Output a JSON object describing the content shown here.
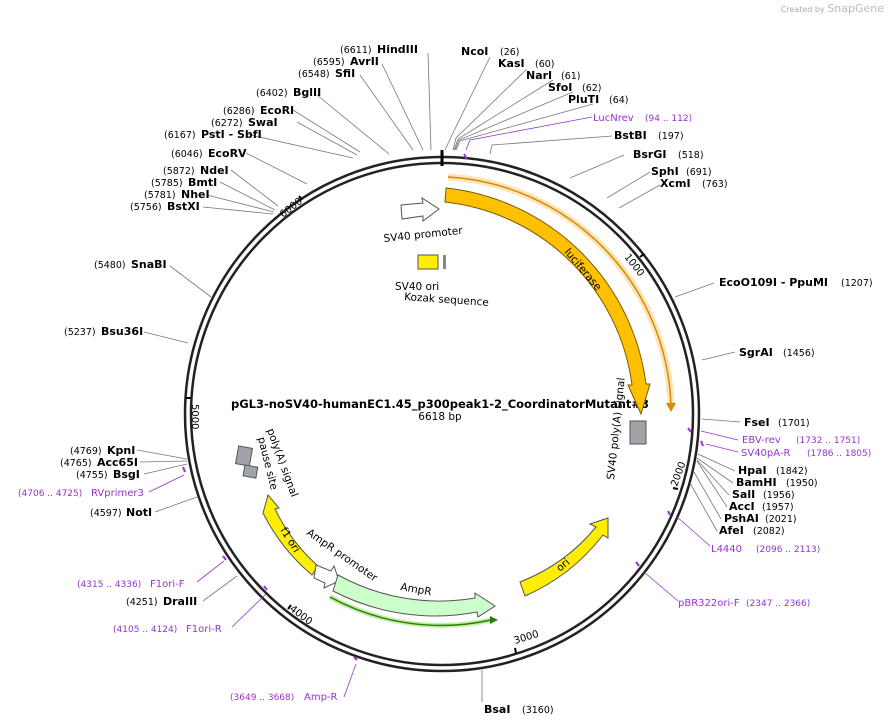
{
  "brand": {
    "prefix": "Created by",
    "name": "SnapGene"
  },
  "plasmid": {
    "name": "pGL3-noSV40-humanEC1.45_p300peak1-2_CoordinatorMutant#3",
    "size": "6618 bp"
  },
  "features": {
    "sv40_promoter": "SV40 promoter",
    "luciferase": "luciferase",
    "sv40_ori": "SV40 ori",
    "kozak": "Kozak sequence",
    "sv40_polya": "SV40 poly(A) signal",
    "polya_signal": "poly(A) signal",
    "pause_site": "pause site",
    "f1_ori": "f1 ori",
    "ampr_promoter": "AmpR promoter",
    "ampr": "AmpR",
    "ori": "ori"
  },
  "ticks": [
    "1000",
    "2000",
    "3000",
    "4000",
    "5000",
    "6000"
  ],
  "sites": [
    {
      "name": "NcoI",
      "pos": "(26)"
    },
    {
      "name": "KasI",
      "pos": "(60)"
    },
    {
      "name": "NarI",
      "pos": "(61)"
    },
    {
      "name": "SfoI",
      "pos": "(62)"
    },
    {
      "name": "PluTI",
      "pos": "(64)"
    },
    {
      "name": "BstBI",
      "pos": "(197)"
    },
    {
      "name": "BsrGI",
      "pos": "(518)"
    },
    {
      "name": "SphI",
      "pos": "(691)"
    },
    {
      "name": "XcmI",
      "pos": "(763)"
    },
    {
      "name": "EcoO109I - PpuMI",
      "pos": "(1207)"
    },
    {
      "name": "SgrAI",
      "pos": "(1456)"
    },
    {
      "name": "FseI",
      "pos": "(1701)"
    },
    {
      "name": "HpaI",
      "pos": "(1842)"
    },
    {
      "name": "BamHI",
      "pos": "(1950)"
    },
    {
      "name": "SalI",
      "pos": "(1956)"
    },
    {
      "name": "AccI",
      "pos": "(1957)"
    },
    {
      "name": "PshAI",
      "pos": "(2021)"
    },
    {
      "name": "AfeI",
      "pos": "(2082)"
    },
    {
      "name": "BsaI",
      "pos": "(3160)"
    },
    {
      "name": "DraIII",
      "pos": "(4251)"
    },
    {
      "name": "NotI",
      "pos": "(4597)"
    },
    {
      "name": "BsgI",
      "pos": "(4755)"
    },
    {
      "name": "Acc65I",
      "pos": "(4765)"
    },
    {
      "name": "KpnI",
      "pos": "(4769)"
    },
    {
      "name": "Bsu36I",
      "pos": "(5237)"
    },
    {
      "name": "SnaBI",
      "pos": "(5480)"
    },
    {
      "name": "BstXI",
      "pos": "(5756)"
    },
    {
      "name": "NheI",
      "pos": "(5781)"
    },
    {
      "name": "BmtI",
      "pos": "(5785)"
    },
    {
      "name": "NdeI",
      "pos": "(5872)"
    },
    {
      "name": "EcoRV",
      "pos": "(6046)"
    },
    {
      "name": "PstI - SbfI",
      "pos": "(6167)"
    },
    {
      "name": "SwaI",
      "pos": "(6272)"
    },
    {
      "name": "EcoRI",
      "pos": "(6286)"
    },
    {
      "name": "BglII",
      "pos": "(6402)"
    },
    {
      "name": "SfiI",
      "pos": "(6548)"
    },
    {
      "name": "AvrII",
      "pos": "(6595)"
    },
    {
      "name": "HindIII",
      "pos": "(6611)"
    }
  ],
  "primers": [
    {
      "name": "LucNrev",
      "range": "(94 .. 112)"
    },
    {
      "name": "EBV-rev",
      "range": "(1732 .. 1751)"
    },
    {
      "name": "SV40pA-R",
      "range": "(1786 .. 1805)"
    },
    {
      "name": "L4440",
      "range": "(2096 .. 2113)"
    },
    {
      "name": "pBR322ori-F",
      "range": "(2347 .. 2366)"
    },
    {
      "name": "Amp-R",
      "range": "(3649 .. 3668)"
    },
    {
      "name": "F1ori-R",
      "range": "(4105 .. 4124)"
    },
    {
      "name": "F1ori-F",
      "range": "(4315 .. 4336)"
    },
    {
      "name": "RVprimer3",
      "range": "(4706 .. 4725)"
    }
  ],
  "colors": {
    "backbone": "#222222",
    "luciferase": "#ffc000",
    "ori": "#ffee00",
    "ampr": "#ccffcc",
    "primer": "#9933cc",
    "polya": "#a0a4a8"
  }
}
